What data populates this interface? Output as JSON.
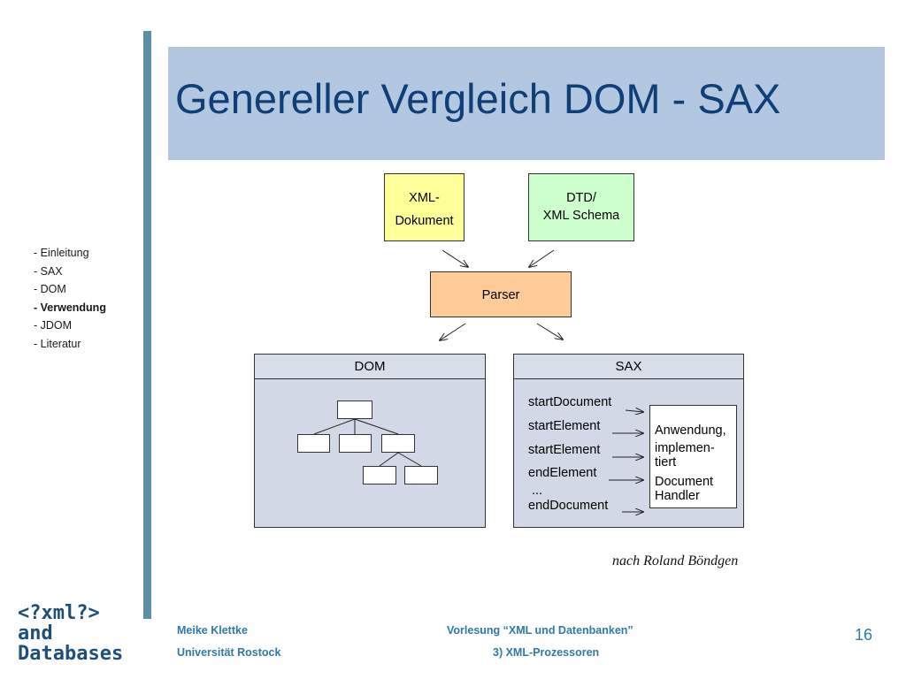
{
  "slide": {
    "title": "Genereller Vergleich DOM - SAX",
    "page_number": "16",
    "credit": "nach Roland Böndgen"
  },
  "nav": {
    "items": [
      {
        "label": "- Einleitung",
        "active": false
      },
      {
        "label": "- SAX",
        "active": false
      },
      {
        "label": "- DOM",
        "active": false
      },
      {
        "label": "- Verwendung",
        "active": true
      },
      {
        "label": "- JDOM",
        "active": false
      },
      {
        "label": "- Literatur",
        "active": false
      }
    ]
  },
  "logo": {
    "line1": "<?xml?>",
    "line2": "and",
    "line3": "Databases"
  },
  "footer": {
    "author": "Meike Klettke",
    "university": "Universität Rostock",
    "lecture": "Vorlesung “XML und Datenbanken”",
    "chapter": "3) XML-Prozessoren"
  },
  "diagram": {
    "xml_doc": {
      "line1": "XML-",
      "line2": "Dokument"
    },
    "dtd": {
      "line1": "DTD/",
      "line2": "XML Schema"
    },
    "parser": "Parser",
    "dom_label": "DOM",
    "sax_label": "SAX",
    "sax_events": [
      "startDocument",
      "startElement",
      "startElement",
      "endElement",
      "...",
      "endDocument"
    ],
    "handler_lines": [
      "Anwendung,",
      "implemen-",
      "tiert",
      "Document",
      "Handler"
    ]
  },
  "colors": {
    "title_band": "#b4c7e1",
    "title_text": "#0f3f78",
    "accent_bar": "#5b8fa6",
    "xml_doc_fill": "#ffff99",
    "dtd_fill": "#ccffcc",
    "parser_fill": "#ffcc99",
    "panel_fill": "#d2d8e6",
    "footer_text": "#2f7aa8"
  }
}
